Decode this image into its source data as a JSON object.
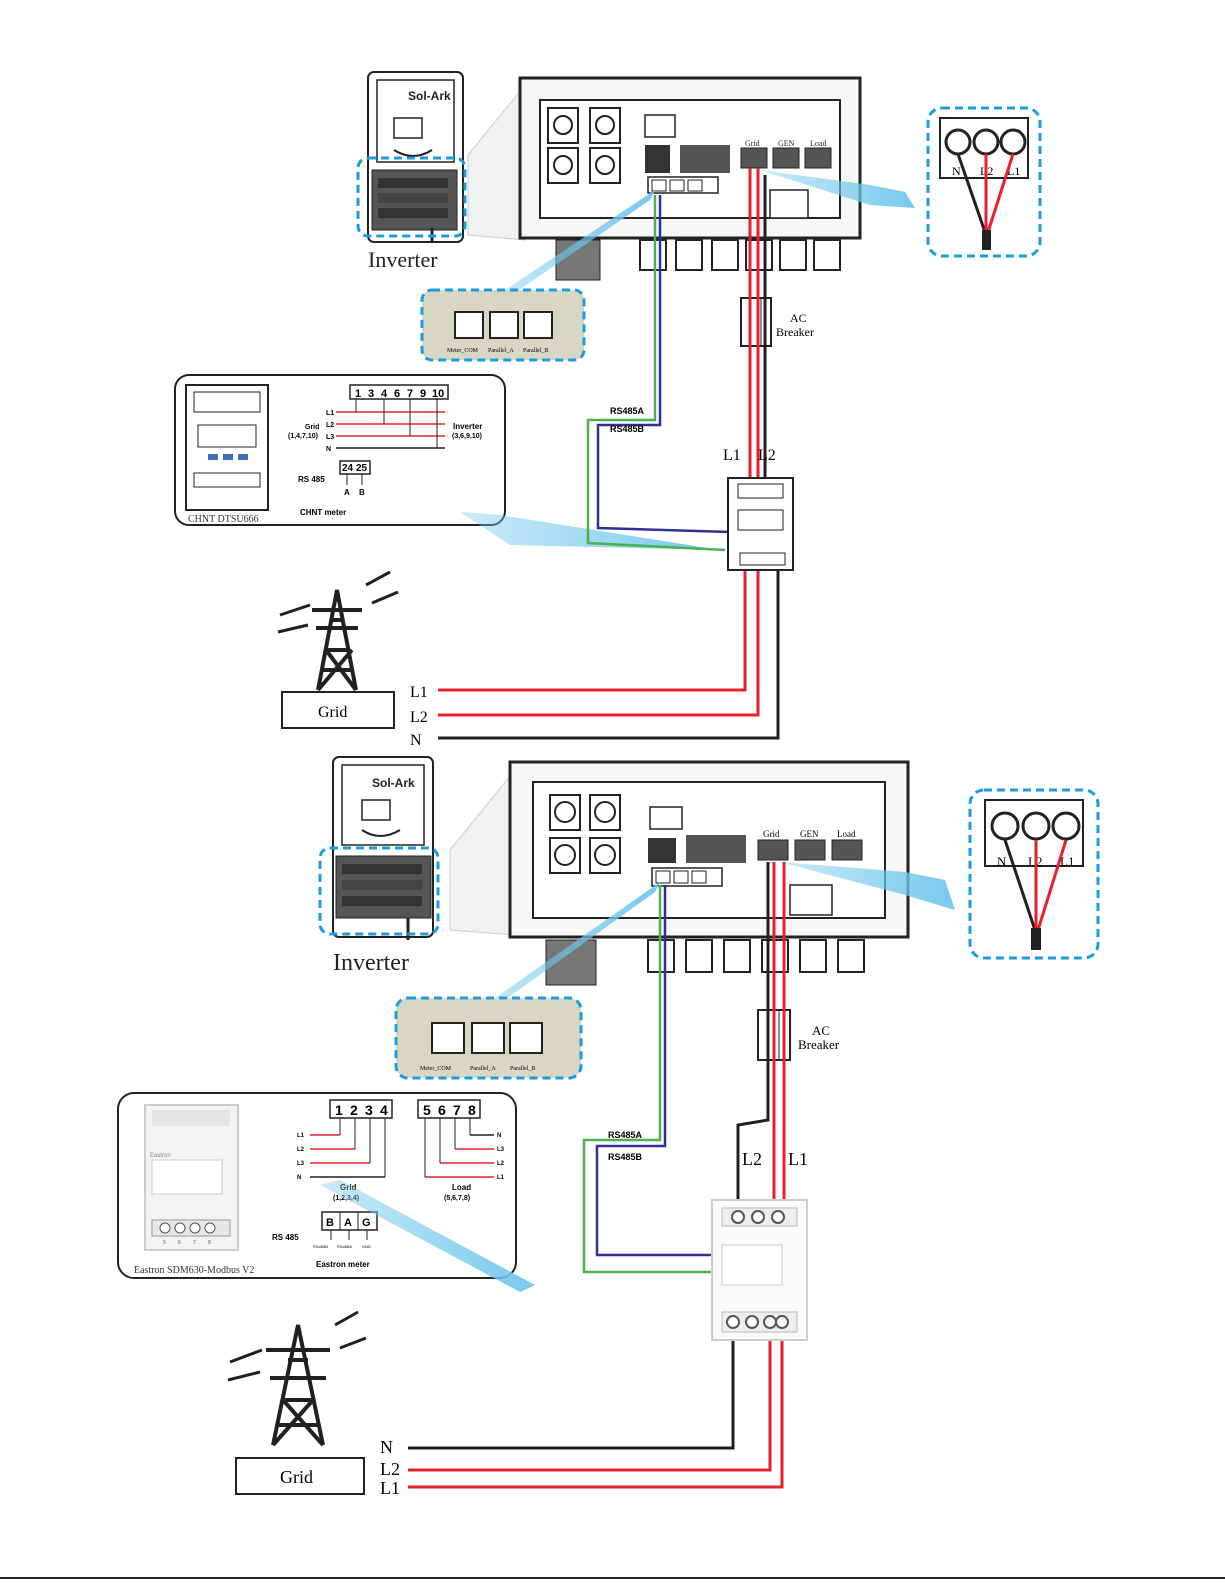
{
  "colors": {
    "wire_red": "#e8202a",
    "wire_black": "#231f20",
    "wire_green": "#4caf50",
    "wire_blue": "#2e3192",
    "highlight_dash": "#1a9ce0",
    "beam": "#6ec6ec",
    "port_panel": "#d8d7c4"
  },
  "top": {
    "inverter_brand": "Sol-Ark",
    "inverter_label": "Inverter",
    "terminal_labels": [
      "Grid",
      "GEN",
      "Load"
    ],
    "zoom_terminals": [
      "N",
      "L2",
      "L1"
    ],
    "ports": [
      "Meter_COM",
      "Parallel_A",
      "Parallel_B"
    ],
    "breaker_label_1": "AC",
    "breaker_label_2": "Breaker",
    "rs485a": "RS485A",
    "rs485b": "RS485B",
    "meter_l_left": "L1",
    "meter_l_right": "L2",
    "grid_label": "Grid",
    "lines": [
      "L1",
      "L2",
      "N"
    ],
    "meter_box": {
      "terminal_numbers": [
        "1",
        "3",
        "4",
        "6",
        "7",
        "9",
        "10"
      ],
      "rows": [
        "L1",
        "L2",
        "L3",
        "N"
      ],
      "grid_label": "Grid",
      "grid_terms": "(1,4,7,10)",
      "inverter_label": "Inverter",
      "inverter_terms": "(3,6,9,10)",
      "rs485_label": "RS 485",
      "rs485_terms": [
        "24",
        "25"
      ],
      "rs485_ab": [
        "A",
        "B"
      ],
      "caption": "CHNT meter",
      "model": "CHNT DTSU666"
    }
  },
  "bottom": {
    "inverter_brand": "Sol-Ark",
    "inverter_label": "Inverter",
    "terminal_labels": [
      "Grid",
      "GEN",
      "Load"
    ],
    "zoom_terminals": [
      "N",
      "L2",
      "L1"
    ],
    "ports": [
      "Meter_COM",
      "Parallel_A",
      "Parallel_B"
    ],
    "breaker_label_1": "AC",
    "breaker_label_2": "Breaker",
    "rs485a": "RS485A",
    "rs485b": "RS485B",
    "meter_l_left": "L2",
    "meter_l_right": "L1",
    "grid_label": "Grid",
    "lines": [
      "N",
      "L2",
      "L1"
    ],
    "meter_box": {
      "grid_numbers": [
        "1",
        "2",
        "3",
        "4"
      ],
      "load_numbers": [
        "5",
        "6",
        "7",
        "8"
      ],
      "rows_left": [
        "L1",
        "L2",
        "L3",
        "N"
      ],
      "rows_right": [
        "N",
        "L3",
        "L2",
        "L1"
      ],
      "grid_label": "Grid",
      "grid_terms": "(1,2,3,4)",
      "load_label": "Load",
      "load_terms": "(5,6,7,8)",
      "rs485_label": "RS 485",
      "rs485_terms": [
        "B",
        "A",
        "G"
      ],
      "rs485_sub": [
        "RS485B",
        "RS485A",
        "GND"
      ],
      "caption": "Eastron meter",
      "model": "Eastron SDM630-Modbus V2",
      "device_brand": "Eastron",
      "terminal_digits": [
        "5",
        "6",
        "7",
        "8"
      ]
    }
  }
}
